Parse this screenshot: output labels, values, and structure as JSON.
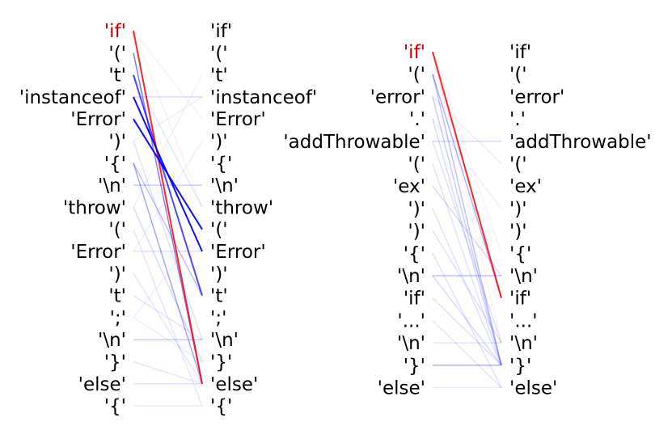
{
  "colors": {
    "text": "#000000",
    "highlight_text": "#c00000",
    "strong_link": "#ff0000",
    "weak_link": "#0000ff"
  },
  "panels": [
    {
      "left_tokens": [
        "'if'",
        "'('",
        "'t'",
        "'instanceof'",
        "'Error'",
        "')'",
        "'{'",
        "'\\n'",
        "'throw'",
        "'('",
        "'Error'",
        "')'",
        "'t'",
        "';'",
        "'\\n'",
        "'}'",
        "'else'",
        "'{'"
      ],
      "right_tokens": [
        "'if'",
        "'('",
        "'t'",
        "'instanceof'",
        "'Error'",
        "')'",
        "'{'",
        "'\\n'",
        "'throw'",
        "'('",
        "'Error'",
        "')'",
        "'t'",
        "';'",
        "'\\n'",
        "'}'",
        "'else'",
        "'{'"
      ],
      "highlight_left": 0,
      "links": [
        {
          "from": 0,
          "to": 16,
          "weight": 0.85,
          "color": "red"
        },
        {
          "from": 3,
          "to": 10,
          "weight": 0.95,
          "color": "blue"
        },
        {
          "from": 4,
          "to": 9,
          "weight": 0.95,
          "color": "blue"
        },
        {
          "from": 2,
          "to": 12,
          "weight": 0.7,
          "color": "blue"
        },
        {
          "from": 1,
          "to": 16,
          "weight": 0.5,
          "color": "blue"
        },
        {
          "from": 6,
          "to": 16,
          "weight": 0.35,
          "color": "blue"
        },
        {
          "from": 6,
          "to": 12,
          "weight": 0.25,
          "color": "blue"
        },
        {
          "from": 7,
          "to": 7,
          "weight": 0.2,
          "color": "blue"
        },
        {
          "from": 3,
          "to": 3,
          "weight": 0.15,
          "color": "blue"
        },
        {
          "from": 14,
          "to": 14,
          "weight": 0.2,
          "color": "blue"
        },
        {
          "from": 8,
          "to": 15,
          "weight": 0.15,
          "color": "blue"
        },
        {
          "from": 10,
          "to": 10,
          "weight": 0.12,
          "color": "blue"
        },
        {
          "from": 5,
          "to": 14,
          "weight": 0.12,
          "color": "blue"
        },
        {
          "from": 9,
          "to": 17,
          "weight": 0.1,
          "color": "blue"
        },
        {
          "from": 11,
          "to": 16,
          "weight": 0.1,
          "color": "blue"
        },
        {
          "from": 12,
          "to": 14,
          "weight": 0.1,
          "color": "blue"
        },
        {
          "from": 13,
          "to": 15,
          "weight": 0.08,
          "color": "blue"
        },
        {
          "from": 15,
          "to": 16,
          "weight": 0.1,
          "color": "blue"
        },
        {
          "from": 16,
          "to": 16,
          "weight": 0.12,
          "color": "blue"
        },
        {
          "from": 17,
          "to": 17,
          "weight": 0.08,
          "color": "blue"
        },
        {
          "from": 2,
          "to": 8,
          "weight": 0.1,
          "color": "blue"
        },
        {
          "from": 5,
          "to": 3,
          "weight": 0.07,
          "color": "blue"
        },
        {
          "from": 8,
          "to": 2,
          "weight": 0.06,
          "color": "blue"
        },
        {
          "from": 10,
          "to": 5,
          "weight": 0.06,
          "color": "blue"
        },
        {
          "from": 13,
          "to": 9,
          "weight": 0.06,
          "color": "blue"
        },
        {
          "from": 0,
          "to": 4,
          "weight": 0.06,
          "color": "red"
        },
        {
          "from": 0,
          "to": 8,
          "weight": 0.06,
          "color": "red"
        }
      ]
    },
    {
      "left_tokens": [
        "'if'",
        "'('",
        "'error'",
        "'.'",
        "'addThrowable'",
        "'('",
        "'ex'",
        "')'",
        "')'",
        "'{'",
        "'\\n'",
        "'if'",
        "'...'",
        "'\\n'",
        "'}'",
        "'else'"
      ],
      "right_tokens": [
        "'if'",
        "'('",
        "'error'",
        "'.'",
        "'addThrowable'",
        "'('",
        "'ex'",
        "')'",
        "')'",
        "'{'",
        "'\\n'",
        "'if'",
        "'...'",
        "'\\n'",
        "'}'",
        "'else'"
      ],
      "highlight_left": 0,
      "links": [
        {
          "from": 0,
          "to": 11,
          "weight": 0.85,
          "color": "red"
        },
        {
          "from": 1,
          "to": 11,
          "weight": 0.3,
          "color": "blue"
        },
        {
          "from": 1,
          "to": 14,
          "weight": 0.25,
          "color": "blue"
        },
        {
          "from": 2,
          "to": 14,
          "weight": 0.2,
          "color": "blue"
        },
        {
          "from": 3,
          "to": 14,
          "weight": 0.15,
          "color": "blue"
        },
        {
          "from": 4,
          "to": 4,
          "weight": 0.15,
          "color": "blue"
        },
        {
          "from": 4,
          "to": 13,
          "weight": 0.12,
          "color": "blue"
        },
        {
          "from": 5,
          "to": 14,
          "weight": 0.12,
          "color": "blue"
        },
        {
          "from": 6,
          "to": 10,
          "weight": 0.15,
          "color": "blue"
        },
        {
          "from": 7,
          "to": 14,
          "weight": 0.12,
          "color": "blue"
        },
        {
          "from": 8,
          "to": 13,
          "weight": 0.12,
          "color": "blue"
        },
        {
          "from": 9,
          "to": 15,
          "weight": 0.12,
          "color": "blue"
        },
        {
          "from": 10,
          "to": 10,
          "weight": 0.25,
          "color": "blue"
        },
        {
          "from": 10,
          "to": 14,
          "weight": 0.15,
          "color": "blue"
        },
        {
          "from": 11,
          "to": 14,
          "weight": 0.12,
          "color": "blue"
        },
        {
          "from": 12,
          "to": 15,
          "weight": 0.1,
          "color": "blue"
        },
        {
          "from": 13,
          "to": 13,
          "weight": 0.1,
          "color": "blue"
        },
        {
          "from": 14,
          "to": 14,
          "weight": 0.3,
          "color": "blue"
        },
        {
          "from": 15,
          "to": 15,
          "weight": 0.08,
          "color": "blue"
        },
        {
          "from": 2,
          "to": 5,
          "weight": 0.07,
          "color": "blue"
        },
        {
          "from": 3,
          "to": 7,
          "weight": 0.06,
          "color": "blue"
        },
        {
          "from": 0,
          "to": 9,
          "weight": 0.06,
          "color": "red"
        },
        {
          "from": 0,
          "to": 13,
          "weight": 0.06,
          "color": "red"
        }
      ]
    }
  ]
}
